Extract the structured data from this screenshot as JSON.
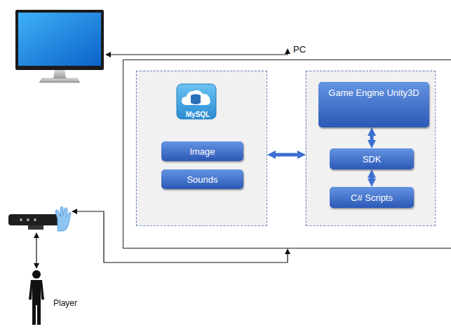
{
  "diagram": {
    "nodes": [
      {
        "text": []
      },
      {
        "text": [
          "PC"
        ]
      },
      {
        "text": [],
        "in": 1
      },
      {
        "text": [
          "MySQL"
        ],
        "in": 2
      },
      {
        "text": [
          "Image"
        ],
        "in": 2
      },
      {
        "text": [
          "Sounds"
        ],
        "in": 2
      },
      {
        "text": [],
        "in": 1
      },
      {
        "text": [
          "Game Engine Unity3D"
        ],
        "in": 6
      },
      {
        "text": [
          "SDK"
        ],
        "in": 6
      },
      {
        "text": [
          "C# Scripts"
        ],
        "in": 6
      },
      {
        "text": []
      },
      {
        "text": [
          "Player"
        ]
      }
    ],
    "edges": [
      {
        "from": 1,
        "to": 0,
        "arrow": "both"
      },
      {
        "from": 1,
        "to": 10,
        "arrow": "both"
      },
      {
        "from": 2,
        "to": 6,
        "arrow": "both"
      },
      {
        "from": 7,
        "to": 8,
        "arrow": "both"
      },
      {
        "from": 8,
        "to": 9,
        "arrow": "both"
      },
      {
        "from": 10,
        "to": 11,
        "arrow": "both"
      }
    ]
  }
}
